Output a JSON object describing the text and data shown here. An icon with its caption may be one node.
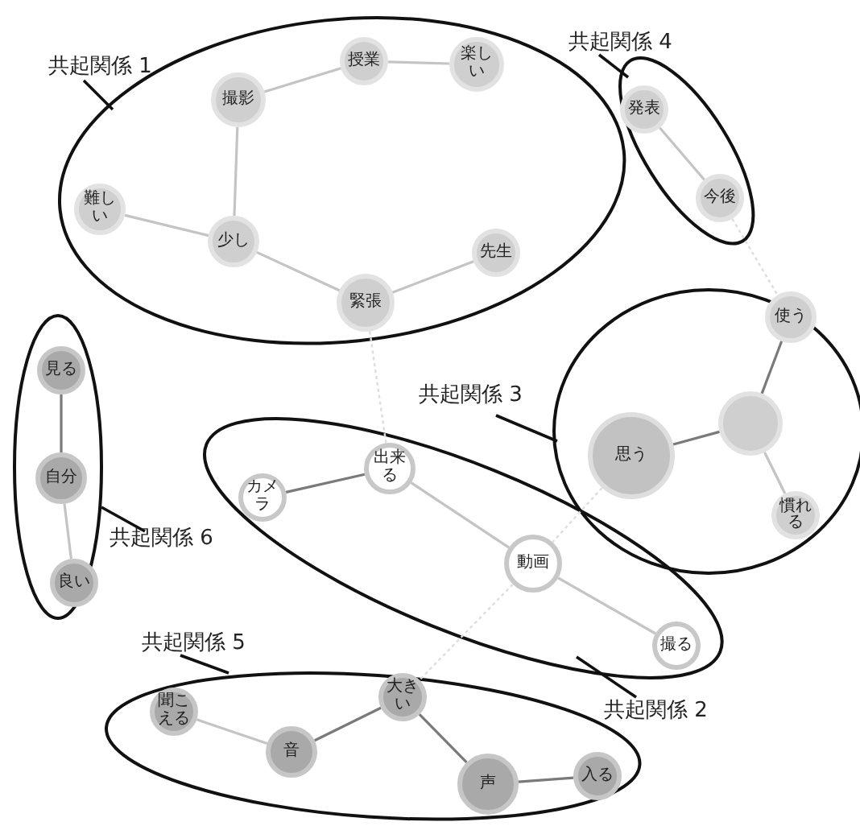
{
  "diagram": {
    "nodes": [
      {
        "text": [
          "共起関係 1"
        ]
      },
      {
        "text": [],
        "shape": "ellipse"
      },
      {
        "text": [
          "撮影"
        ],
        "in": 1
      },
      {
        "text": [
          "授業"
        ],
        "in": 1
      },
      {
        "text": [
          "楽しい"
        ],
        "in": 1
      },
      {
        "text": [
          "難しい"
        ],
        "in": 1
      },
      {
        "text": [
          "少し"
        ],
        "in": 1
      },
      {
        "text": [
          "先生"
        ],
        "in": 1
      },
      {
        "text": [
          "緊張"
        ],
        "in": 1
      },
      {
        "text": [
          "共起関係 4"
        ]
      },
      {
        "text": [],
        "shape": "ellipse"
      },
      {
        "text": [
          "発表"
        ],
        "in": 10
      },
      {
        "text": [
          "今後"
        ],
        "in": 10
      },
      {
        "text": [
          "共起関係 3"
        ]
      },
      {
        "text": [],
        "shape": "ellipse"
      },
      {
        "text": [
          "使う"
        ],
        "in": 14
      },
      {
        "text": [],
        "shape": "circle",
        "in": 14
      },
      {
        "text": [
          "思う"
        ],
        "in": 14
      },
      {
        "text": [
          "慣れる"
        ],
        "in": 14
      },
      {
        "text": [
          "共起関係 6"
        ]
      },
      {
        "text": [],
        "shape": "ellipse"
      },
      {
        "text": [
          "見る"
        ],
        "in": 20
      },
      {
        "text": [
          "自分"
        ],
        "in": 20
      },
      {
        "text": [
          "良い"
        ],
        "in": 20
      },
      {
        "text": [
          "共起関係 2"
        ]
      },
      {
        "text": [],
        "shape": "ellipse"
      },
      {
        "text": [
          "カメラ"
        ],
        "in": 25
      },
      {
        "text": [
          "出来る"
        ],
        "in": 25
      },
      {
        "text": [
          "動画"
        ],
        "in": 25
      },
      {
        "text": [
          "撮る"
        ],
        "in": 25
      },
      {
        "text": [
          "共起関係 5"
        ]
      },
      {
        "text": [],
        "shape": "ellipse"
      },
      {
        "text": [
          "聞こえる"
        ],
        "in": 31
      },
      {
        "text": [
          "音"
        ],
        "in": 31
      },
      {
        "text": [
          "大きい"
        ],
        "in": 31
      },
      {
        "text": [
          "声"
        ],
        "in": 31
      },
      {
        "text": [
          "入る"
        ],
        "in": 31
      }
    ],
    "edges": [
      {
        "from": 2,
        "to": 3,
        "arrow": "none"
      },
      {
        "from": 3,
        "to": 4,
        "arrow": "none"
      },
      {
        "from": 2,
        "to": 6,
        "arrow": "none"
      },
      {
        "from": 5,
        "to": 6,
        "arrow": "none"
      },
      {
        "from": 6,
        "to": 8,
        "arrow": "none"
      },
      {
        "from": 8,
        "to": 7,
        "arrow": "none"
      },
      {
        "from": 11,
        "to": 12,
        "arrow": "none"
      },
      {
        "from": 15,
        "to": 16,
        "arrow": "none",
        "color": "#7a7a7a"
      },
      {
        "from": 16,
        "to": 17,
        "arrow": "none",
        "color": "#7a7a7a"
      },
      {
        "from": 16,
        "to": 18,
        "arrow": "none"
      },
      {
        "from": 21,
        "to": 22,
        "arrow": "none",
        "color": "#7a7a7a"
      },
      {
        "from": 22,
        "to": 23,
        "arrow": "none"
      },
      {
        "from": 26,
        "to": 27,
        "arrow": "none",
        "color": "#7a7a7a"
      },
      {
        "from": 27,
        "to": 28,
        "arrow": "none"
      },
      {
        "from": 28,
        "to": 29,
        "arrow": "none"
      },
      {
        "from": 32,
        "to": 33,
        "arrow": "none"
      },
      {
        "from": 33,
        "to": 34,
        "arrow": "none",
        "color": "#7a7a7a"
      },
      {
        "from": 34,
        "to": 35,
        "arrow": "none",
        "color": "#7a7a7a"
      },
      {
        "from": 35,
        "to": 36,
        "arrow": "none",
        "color": "#7a7a7a"
      },
      {
        "from": 8,
        "to": 27,
        "arrow": "none",
        "style": "dashed",
        "color": "#dddddd"
      },
      {
        "from": 12,
        "to": 15,
        "arrow": "none",
        "style": "dashed",
        "color": "#dddddd"
      },
      {
        "from": 17,
        "to": 28,
        "arrow": "none",
        "style": "dashed",
        "color": "#dddddd"
      },
      {
        "from": 28,
        "to": 34,
        "arrow": "none",
        "style": "dashed",
        "color": "#dddddd"
      },
      {
        "from": 0,
        "to": 1,
        "arrow": "none",
        "color": "#111111"
      },
      {
        "from": 9,
        "to": 10,
        "arrow": "none",
        "color": "#111111"
      },
      {
        "from": 13,
        "to": 14,
        "arrow": "none",
        "color": "#111111"
      },
      {
        "from": 19,
        "to": 20,
        "arrow": "none",
        "color": "#111111"
      },
      {
        "from": 24,
        "to": 25,
        "arrow": "none",
        "color": "#111111"
      },
      {
        "from": 30,
        "to": 31,
        "arrow": "none",
        "color": "#111111"
      }
    ]
  }
}
